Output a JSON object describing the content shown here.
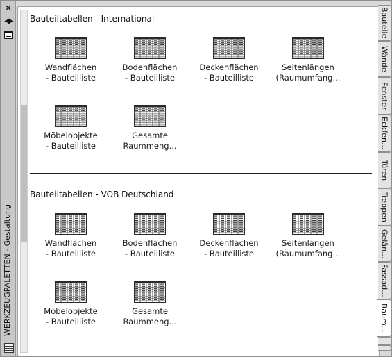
{
  "palette": {
    "title": "WERKZEUGPALETTEN - Gestaltung",
    "close_glyph": "✕",
    "autohide_glyph": "◀▶",
    "properties_icon": "properties-icon"
  },
  "sections": [
    {
      "header": "Bauteiltabellen - International",
      "tools": [
        {
          "line1": "Wandflächen",
          "line2": "- Bauteilliste"
        },
        {
          "line1": "Bodenflächen",
          "line2": "- Bauteilliste"
        },
        {
          "line1": "Deckenflächen",
          "line2": "- Bauteilliste"
        },
        {
          "line1": "Seitenlängen",
          "line2": "(Raumumfang..."
        },
        {
          "line1": "Möbelobjekte",
          "line2": "- Bauteilliste"
        },
        {
          "line1": "Gesamte",
          "line2": "Raummeng..."
        }
      ]
    },
    {
      "header": "Bauteiltabellen - VOB Deutschland",
      "tools": [
        {
          "line1": "Wandflächen",
          "line2": "- Bauteilliste"
        },
        {
          "line1": "Bodenflächen",
          "line2": "- Bauteilliste"
        },
        {
          "line1": "Deckenflächen",
          "line2": "- Bauteilliste"
        },
        {
          "line1": "Seitenlängen",
          "line2": "(Raumumfang..."
        },
        {
          "line1": "Möbelobjekte",
          "line2": "- Bauteilliste"
        },
        {
          "line1": "Gesamte",
          "line2": "Raummeng..."
        }
      ]
    }
  ],
  "tabs": [
    {
      "label": "Bauteile",
      "active": false
    },
    {
      "label": "Wände",
      "active": false
    },
    {
      "label": "Fenster",
      "active": false
    },
    {
      "label": "Eckfen...",
      "active": false
    },
    {
      "label": "Türen",
      "active": false
    },
    {
      "label": "Treppen",
      "active": false
    },
    {
      "label": "Gelän...",
      "active": false
    },
    {
      "label": "Fassad...",
      "active": false
    },
    {
      "label": "Raum...",
      "active": true
    }
  ]
}
